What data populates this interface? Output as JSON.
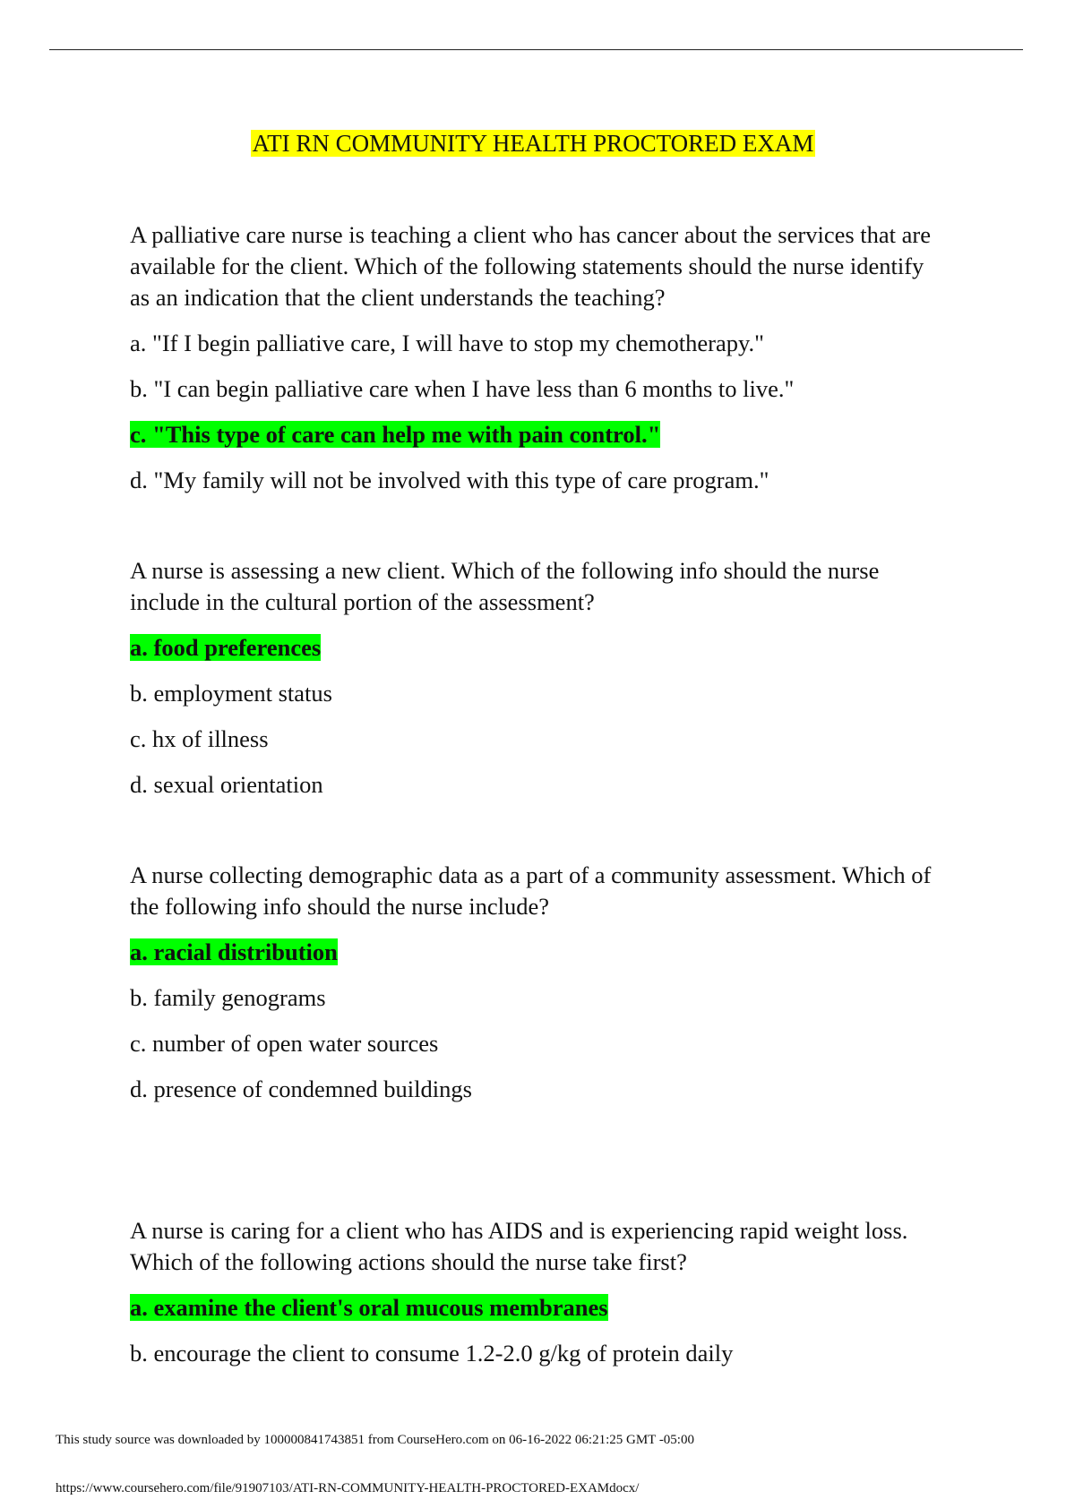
{
  "document": {
    "title": "ATI RN COMMUNITY HEALTH PROCTORED EXAM"
  },
  "questions": [
    {
      "stem": "A palliative care nurse is teaching a client who has cancer about the services that are available for the client. Which of the following statements should the nurse identify as an indication that the client understands the teaching?",
      "options": [
        {
          "text": "a. \"If I begin palliative care, I will have to stop my chemotherapy.\"",
          "correct": false
        },
        {
          "text": "b. \"I can begin palliative care when I have less than 6 months to live.\"",
          "correct": false
        },
        {
          "text": "c. \"This type of care can help me with pain control.\"",
          "correct": true
        },
        {
          "text": "d. \"My family will not be involved with this type of care program.\"",
          "correct": false
        }
      ]
    },
    {
      "stem": "A nurse is assessing a new client. Which of the following info should the nurse include in the cultural portion of the assessment?",
      "options": [
        {
          "text": "a. food preferences",
          "correct": true
        },
        {
          "text": "b. employment status",
          "correct": false
        },
        {
          "text": "c. hx of illness",
          "correct": false
        },
        {
          "text": "d. sexual orientation",
          "correct": false
        }
      ]
    },
    {
      "stem": "A nurse collecting demographic data as a part of a community assessment. Which of the following info should the nurse include?",
      "options": [
        {
          "text": "a. racial distribution",
          "correct": true
        },
        {
          "text": "b. family genograms",
          "correct": false
        },
        {
          "text": "c. number of open water sources",
          "correct": false
        },
        {
          "text": "d. presence of condemned buildings",
          "correct": false
        }
      ]
    },
    {
      "stem": "A nurse is caring for a client who has AIDS and is experiencing rapid weight loss. Which of the following actions should the nurse take first?",
      "options": [
        {
          "text": "a. examine the client's oral mucous membranes",
          "correct": true
        },
        {
          "text": "b. encourage the client to consume 1.2-2.0 g/kg of protein daily",
          "correct": false
        }
      ]
    }
  ],
  "footer": {
    "source_line": "This study source was downloaded by 100000841743851 from CourseHero.com on 06-16-2022 06:21:25 GMT -05:00",
    "url_line": "https://www.coursehero.com/file/91907103/ATI-RN-COMMUNITY-HEALTH-PROCTORED-EXAMdocx/"
  },
  "colors": {
    "title_highlight": "#ffff00",
    "answer_highlight": "#00ff00"
  }
}
